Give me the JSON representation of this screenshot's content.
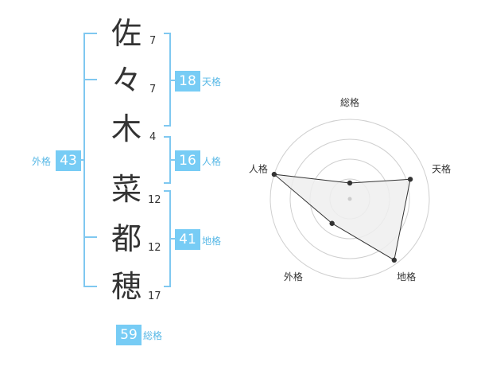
{
  "name": {
    "characters": [
      {
        "char": "佐",
        "strokes": "7"
      },
      {
        "char": "々",
        "strokes": "7"
      },
      {
        "char": "木",
        "strokes": "4"
      },
      {
        "char": "菜",
        "strokes": "12"
      },
      {
        "char": "都",
        "strokes": "12"
      },
      {
        "char": "穂",
        "strokes": "17"
      }
    ]
  },
  "kaku": {
    "tenkaku": {
      "value": "18",
      "label": "天格"
    },
    "jinkaku": {
      "value": "16",
      "label": "人格"
    },
    "chikaku": {
      "value": "41",
      "label": "地格"
    },
    "gaikaku": {
      "value": "43",
      "label": "外格"
    },
    "soukaku": {
      "value": "59",
      "label": "総格"
    }
  },
  "colors": {
    "accent": "#77ccf5",
    "bracket": "#7fc8f0",
    "label": "#58b8e6",
    "ring": "#cfcfcf",
    "fill": "#efefef"
  },
  "chart_data": {
    "type": "radar",
    "axes": [
      "総格",
      "天格",
      "地格",
      "外格",
      "人格"
    ],
    "values": [
      0.2,
      0.8,
      0.95,
      0.38,
      1.0
    ],
    "rings": 4,
    "range": [
      0,
      1
    ]
  }
}
